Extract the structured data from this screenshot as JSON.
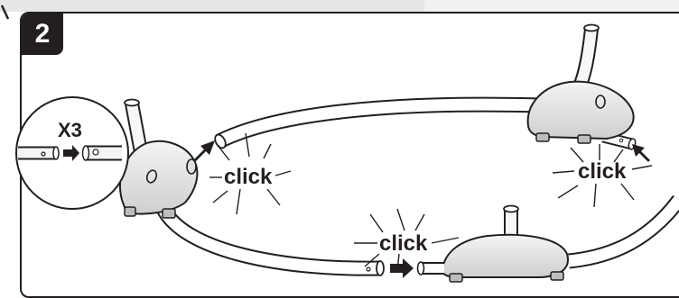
{
  "step": {
    "number": "2"
  },
  "inset": {
    "multiplier": "X3"
  },
  "callouts": [
    "click",
    "click",
    "click"
  ]
}
